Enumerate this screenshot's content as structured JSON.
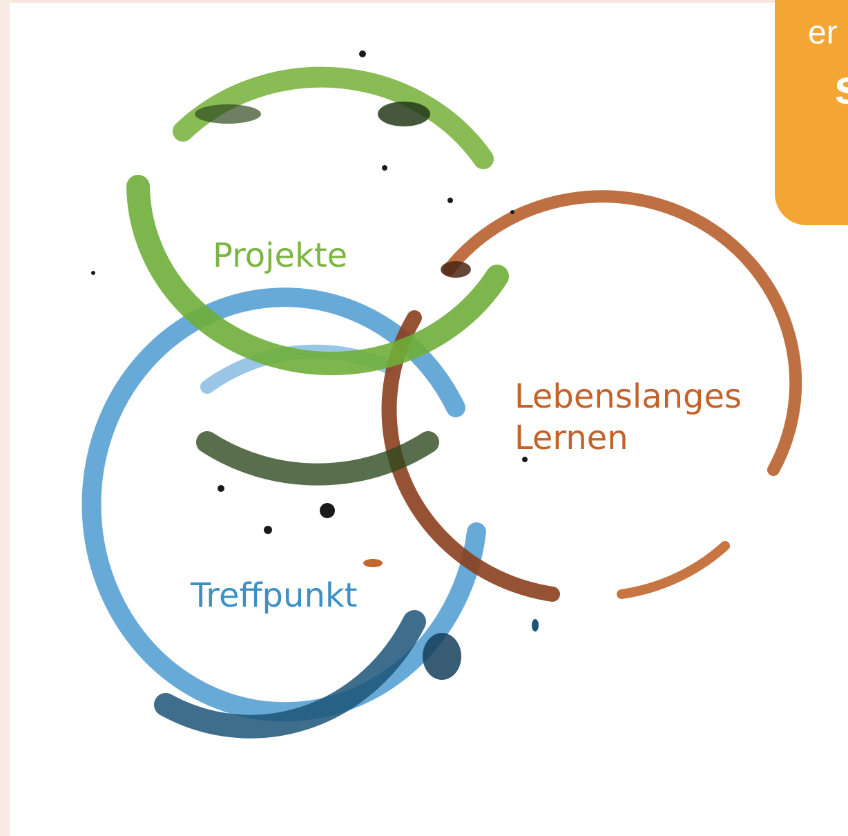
{
  "badge": {
    "line1": "er",
    "line2": "s",
    "color": "#f3a634"
  },
  "rings": {
    "projekte": {
      "label": "Projekte",
      "color": "#7cb541",
      "dark": "#2f4a1f"
    },
    "lernen": {
      "line1": "Lebenslanges",
      "line2": "Lernen",
      "color": "#b55a2a",
      "dark": "#6b2f17"
    },
    "treffpunkt": {
      "label": "Treffpunkt",
      "color": "#3d8fc4",
      "dark": "#143f5c"
    }
  }
}
